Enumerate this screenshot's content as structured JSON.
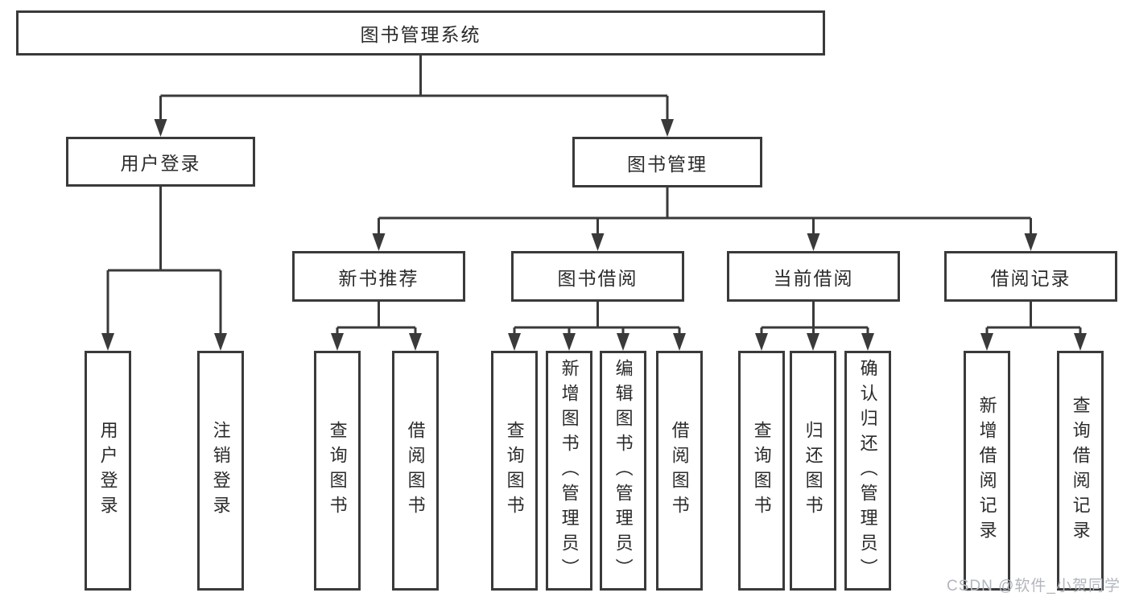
{
  "tree": {
    "root": "图书管理系统",
    "branches": [
      {
        "label": "用户登录",
        "leaves": [
          "用户登录",
          "注销登录"
        ]
      },
      {
        "label": "图书管理",
        "sections": [
          {
            "label": "新书推荐",
            "leaves": [
              "查询图书",
              "借阅图书"
            ]
          },
          {
            "label": "图书借阅",
            "leaves": [
              "查询图书",
              "新增图书（管理员）",
              "编辑图书（管理员）",
              "借阅图书"
            ]
          },
          {
            "label": "当前借阅",
            "leaves": [
              "查询图书",
              "归还图书",
              "确认归还（管理员）"
            ]
          },
          {
            "label": "借阅记录",
            "leaves": [
              "新增借阅记录",
              "查询借阅记录"
            ]
          }
        ]
      }
    ]
  },
  "watermark": "CSDN @软件_小贺同学",
  "colors": {
    "line": "#3a3a3a",
    "box_border": "#3a3a3a",
    "text": "#2b2b2b",
    "watermark": "#b2b6bd",
    "background": "#ffffff"
  }
}
